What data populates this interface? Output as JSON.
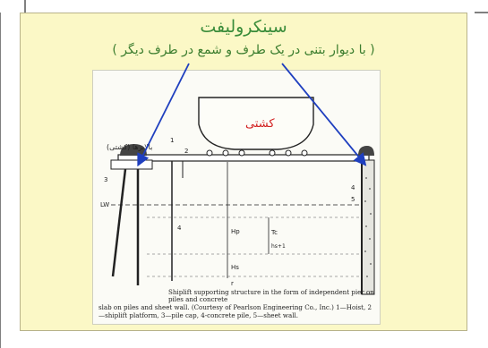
{
  "slide": {
    "title": "سینکرولیفت",
    "subtitle": "( با دیوار بتنی در یک طرف و شمع در طرف دیگر )"
  },
  "figure": {
    "ship_label": "کشتی",
    "left_note": "بالابرها (کشتی)",
    "tag_lw": "LW",
    "tag_hp": "Hp",
    "tag_tc": "Tc",
    "tag_hs": "Hs",
    "tag_r": "r",
    "tag_hs1": "hs+1",
    "num_1": "1",
    "num_2": "2",
    "num_3": "3",
    "num_4a": "4",
    "num_4b": "4",
    "num_5": "5",
    "caption_line1": "Shiplift supporting structure in the form of independent pier on piles and concrete",
    "caption_line2": "slab on piles and sheet wall. (Courtesy of Pearlson Engineering Co., Inc.) 1—Hoist, 2—shiplift",
    "caption_line3": "platform, 3—pile cap, 4-concrete pile, 5—sheet wall."
  },
  "colors": {
    "slide_bg": "#fbf8c6",
    "title": "#3a8c3a",
    "arrow": "#1f3fbf",
    "ship_label": "#d21f1f"
  }
}
